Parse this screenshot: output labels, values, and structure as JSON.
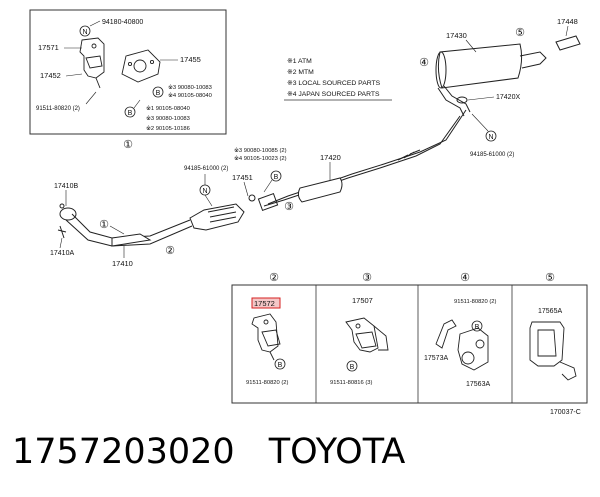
{
  "caption": {
    "part_number": "1757203020",
    "brand": "TOYOTA"
  },
  "inset_top": {
    "callout": "①",
    "labels": {
      "p94180": "94180-40800",
      "p17571": "17571",
      "p17455": "17455",
      "p17452": "17452",
      "p91511": "91511-80820 (2)",
      "r1": "※3 90080-10083",
      "r2": "※4 90105-08040",
      "r3": "※1 90105-08040",
      "r4": "※3 90080-10083",
      "r5": "※2 90105-10186",
      "n_sym": "N",
      "b_sym": "B"
    }
  },
  "notes": [
    "※1 ATM",
    "※2 MTM",
    "※3 LOCAL SOURCED PARTS",
    "※4 JAPAN SOURCED PARTS"
  ],
  "main": {
    "p17430": "17430",
    "p17448": "17448",
    "p17420x": "17420X",
    "p94185_right": "94185-61000 (2)",
    "p17420": "17420",
    "c1": "※3 90080-10085 (2)",
    "c2": "※4 90105-10023 (2)",
    "p94185_left": "94185-61000 (2)",
    "p17451": "17451",
    "p17410b": "17410B",
    "p17410a": "17410A",
    "p17410": "17410",
    "callouts": {
      "one": "①",
      "two": "②",
      "three": "③",
      "four": "④",
      "five": "⑤"
    },
    "n_sym": "N",
    "b_sym": "B"
  },
  "bottom_panels": {
    "p2": {
      "callout": "②",
      "part": "17572",
      "bolt": "91511-80820 (2)"
    },
    "p3": {
      "callout": "③",
      "part": "17507",
      "bolt": "91511-80816 (3)"
    },
    "p4": {
      "callout": "④",
      "bolt": "91511-80820 (2)",
      "part_a": "17573A",
      "part_b": "17563A"
    },
    "p5": {
      "callout": "⑤",
      "part": "17565A"
    },
    "b_sym": "B",
    "figure_code": "170037-C"
  }
}
